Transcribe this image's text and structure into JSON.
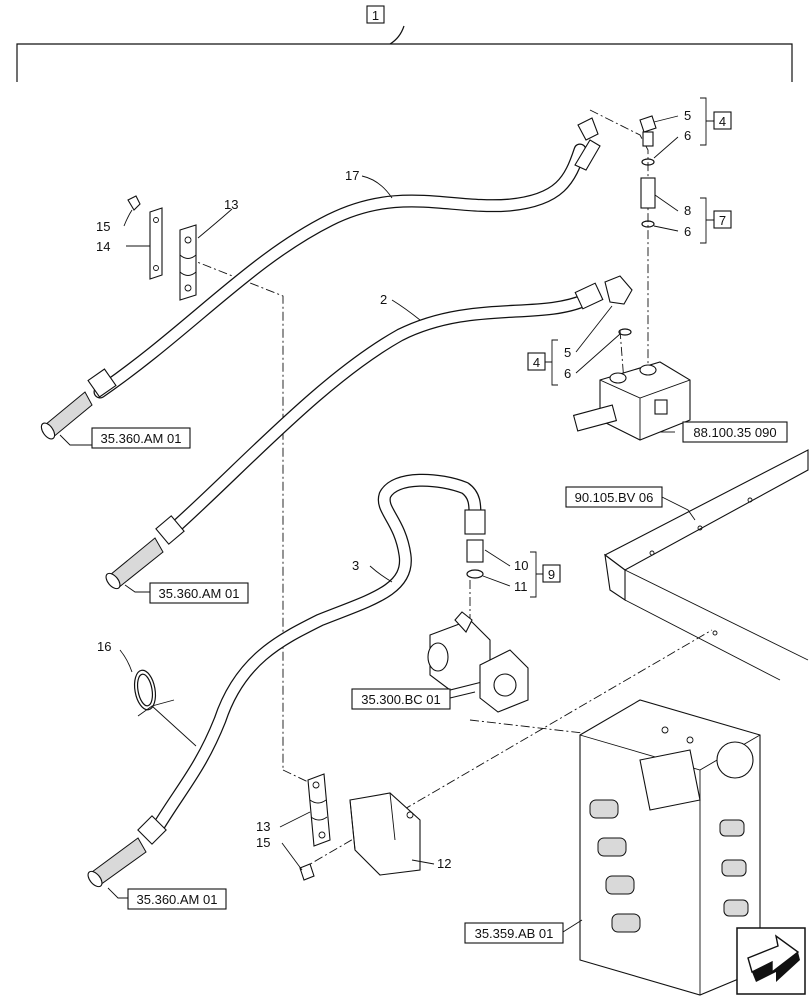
{
  "assembly_ref": "1",
  "callouts": {
    "c17": "17",
    "c2": "2",
    "c3": "3",
    "c16": "16",
    "c13a": "13",
    "c14": "14",
    "c15a": "15",
    "c13b": "13",
    "c15b": "15",
    "c12": "12",
    "c5a": "5",
    "c6a": "6",
    "c8": "8",
    "c6b": "6",
    "c5b": "5",
    "c6c": "6",
    "c10": "10",
    "c11": "11"
  },
  "kit_refs": {
    "k4a": "4",
    "k7": "7",
    "k4b": "4",
    "k9": "9"
  },
  "references": {
    "r1": "35.360.AM 01",
    "r2": "35.360.AM 01",
    "r3": "35.360.AM 01",
    "r4": "88.100.35 090",
    "r5": "90.105.BV 06",
    "r6": "35.300.BC 01",
    "r7": "35.359.AB 01"
  },
  "icons": {
    "nav": "next-page-arrow-icon"
  }
}
